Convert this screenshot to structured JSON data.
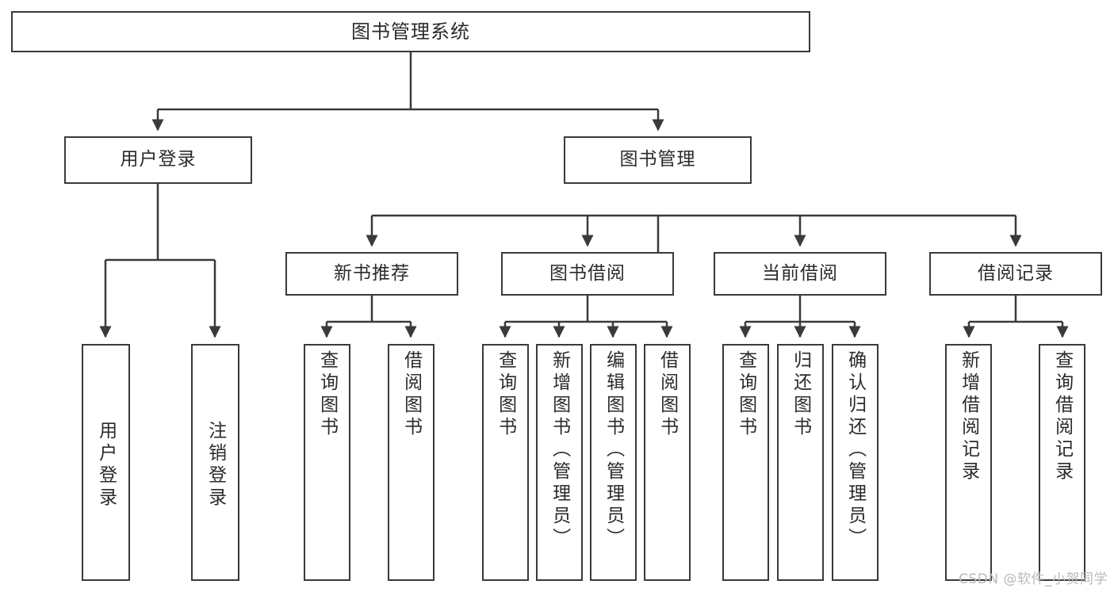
{
  "diagram": {
    "type": "tree-hierarchy",
    "title": "图书管理系统",
    "watermark": "CSDN @软件_小贺同学",
    "colors": {
      "box_border": "#3a3a3a",
      "box_fill": "#ffffff",
      "edge": "#3a3a3a",
      "text": "#2b2b2b",
      "watermark": "#b9b9b9",
      "background": "#ffffff"
    },
    "levels": {
      "root": {
        "label": "图书管理系统"
      },
      "level1": [
        {
          "id": "user-login",
          "label": "用户登录"
        },
        {
          "id": "book-management",
          "label": "图书管理"
        }
      ],
      "level2": [
        {
          "id": "new-book-recommend",
          "label": "新书推荐",
          "parent": "book-management"
        },
        {
          "id": "book-borrow",
          "label": "图书借阅",
          "parent": "book-management"
        },
        {
          "id": "current-borrow",
          "label": "当前借阅",
          "parent": "book-management"
        },
        {
          "id": "borrow-record",
          "label": "借阅记录",
          "parent": "book-management"
        }
      ],
      "leaves": [
        {
          "id": "leaf-user-login",
          "label": "用户登录",
          "parent": "user-login"
        },
        {
          "id": "leaf-logout-login",
          "label": "注销登录",
          "parent": "user-login"
        },
        {
          "id": "leaf-query-book-1",
          "label": "查询图书",
          "parent": "new-book-recommend"
        },
        {
          "id": "leaf-borrow-book-1",
          "label": "借阅图书",
          "parent": "new-book-recommend"
        },
        {
          "id": "leaf-query-book-2",
          "label": "查询图书",
          "parent": "book-borrow"
        },
        {
          "id": "leaf-add-book",
          "label": "新增图书（管理员）",
          "parent": "book-borrow"
        },
        {
          "id": "leaf-edit-book",
          "label": "编辑图书（管理员）",
          "parent": "book-borrow"
        },
        {
          "id": "leaf-borrow-book-2",
          "label": "借阅图书",
          "parent": "book-borrow"
        },
        {
          "id": "leaf-query-book-3",
          "label": "查询图书",
          "parent": "current-borrow"
        },
        {
          "id": "leaf-return-book",
          "label": "归还图书",
          "parent": "current-borrow"
        },
        {
          "id": "leaf-confirm-return",
          "label": "确认归还（管理员）",
          "parent": "current-borrow"
        },
        {
          "id": "leaf-add-record",
          "label": "新增借阅记录",
          "parent": "borrow-record"
        },
        {
          "id": "leaf-query-record",
          "label": "查询借阅记录",
          "parent": "borrow-record"
        }
      ]
    }
  }
}
